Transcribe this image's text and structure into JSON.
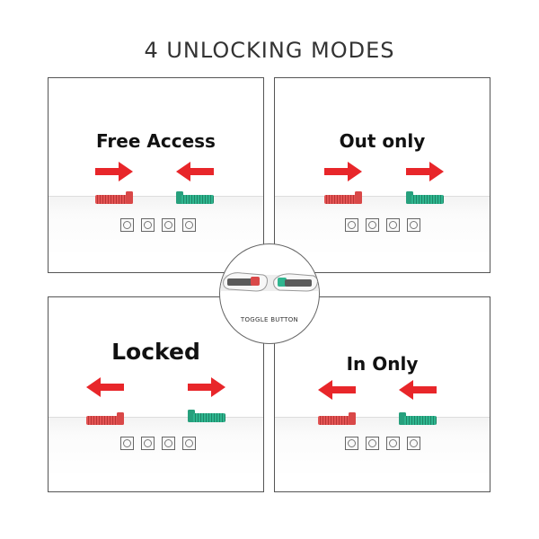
{
  "title": "4 UNLOCKING MODES",
  "toggle_caption": "TOGGLE BUTTON",
  "colors": {
    "arrow": "#e8262a",
    "red_toggle": "#e35454",
    "green_toggle": "#2fb58f"
  },
  "icons": [
    "arrow-right-icon",
    "arrow-left-icon",
    "button-icon",
    "toggle-switch-icon"
  ],
  "modes": [
    {
      "label": "Free Access",
      "left_arrow": "right",
      "right_arrow": "left"
    },
    {
      "label": "Out only",
      "left_arrow": "right",
      "right_arrow": "right"
    },
    {
      "label": "Locked",
      "left_arrow": "left",
      "right_arrow": "right"
    },
    {
      "label": "In Only",
      "left_arrow": "left",
      "right_arrow": "left"
    }
  ]
}
